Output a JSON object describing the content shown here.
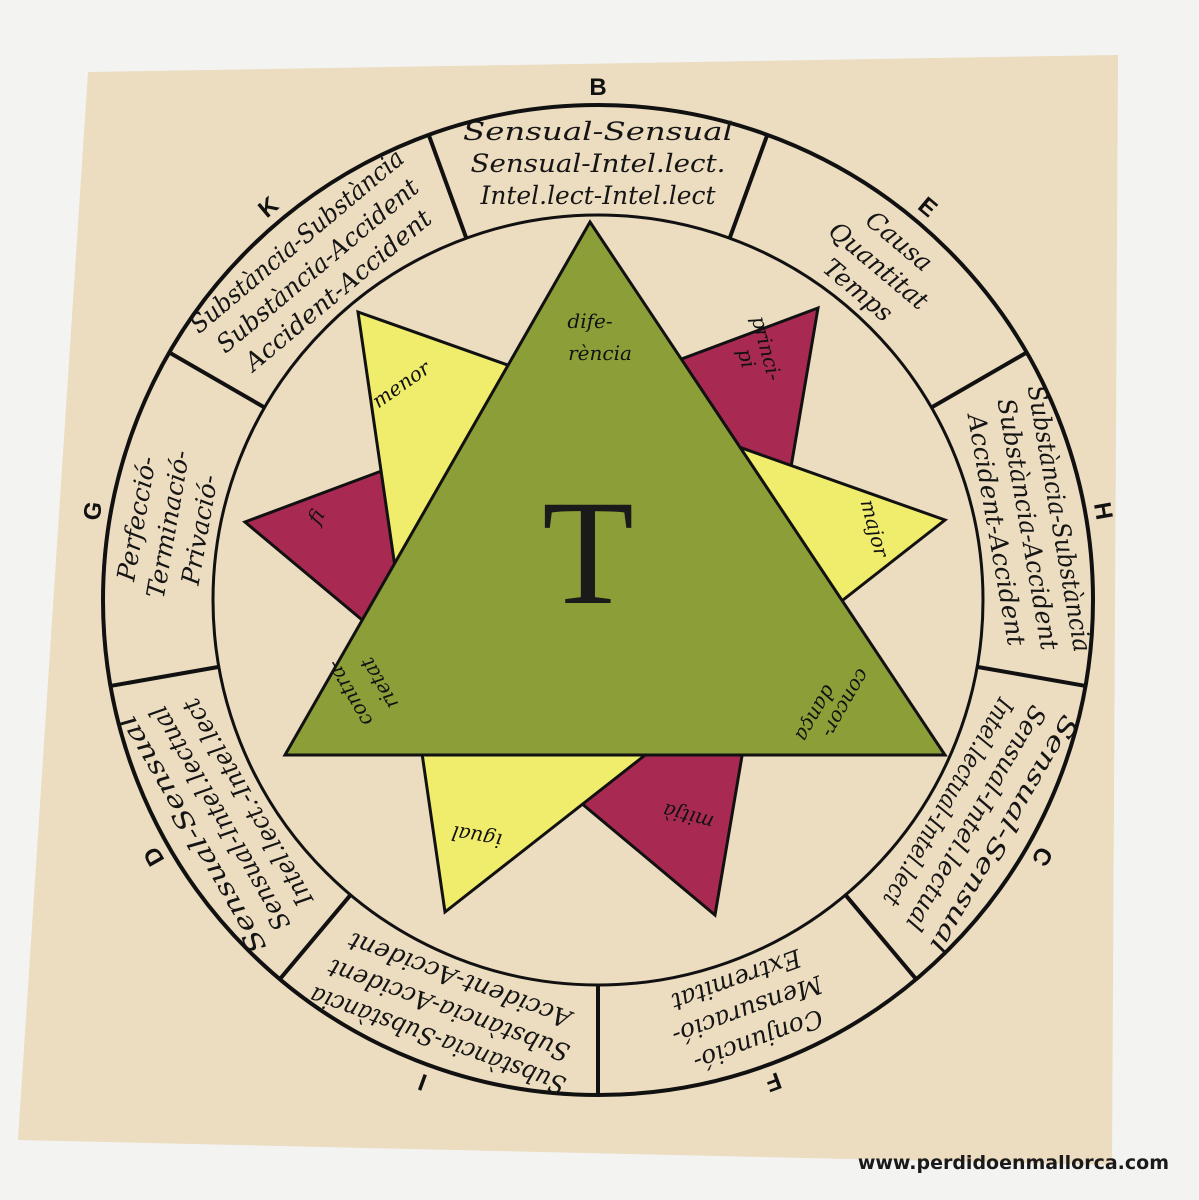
{
  "center_letter": "T",
  "colors": {
    "paper": "#ecdcc0",
    "green": "#8c9e38",
    "red": "#a82a52",
    "yellow": "#f0ec6c",
    "line": "#111111"
  },
  "segments": [
    {
      "letter": "B",
      "lines": [
        "Sensual-Sensual",
        "Sensual-Intel.lect.",
        "Intel.lect-Intel.lect"
      ]
    },
    {
      "letter": "E",
      "lines": [
        "Causa",
        "Quantitat",
        "Temps"
      ]
    },
    {
      "letter": "H",
      "lines": [
        "Substància-Substància",
        "Substància-Accident",
        "Accident-Accident"
      ]
    },
    {
      "letter": "C",
      "lines": [
        "Sensual-Sensual",
        "Sensual-Intel.lectual",
        "Intel.lectual-Intel.lect"
      ]
    },
    {
      "letter": "F",
      "lines": [
        "Conjunció-",
        "Mensuració-",
        "Extremitat"
      ]
    },
    {
      "letter": "I",
      "lines": [
        "Substància-Substància",
        "Substància-Accident",
        "Accident-Accident"
      ]
    },
    {
      "letter": "D",
      "lines": [
        "Sensual-Sensual",
        "Sensual-Intel.lectual",
        "Intel.lect.-Intel.lect"
      ]
    },
    {
      "letter": "G",
      "lines": [
        "Perfecció-",
        "Terminació-",
        "Privació-"
      ]
    },
    {
      "letter": "K",
      "lines": [
        "Substància-Substància",
        "Substància-Accident",
        "Accident-Accident"
      ]
    }
  ],
  "triangles": {
    "green": [
      "dife-",
      "rència",
      "concor-",
      "dança",
      "contra-",
      "rietat"
    ],
    "red": [
      "princi-",
      "pi",
      "mitjà",
      "fi"
    ],
    "yellow": [
      "major",
      "igual",
      "menor"
    ]
  },
  "watermark": "www.perdidoenmallorca.com"
}
